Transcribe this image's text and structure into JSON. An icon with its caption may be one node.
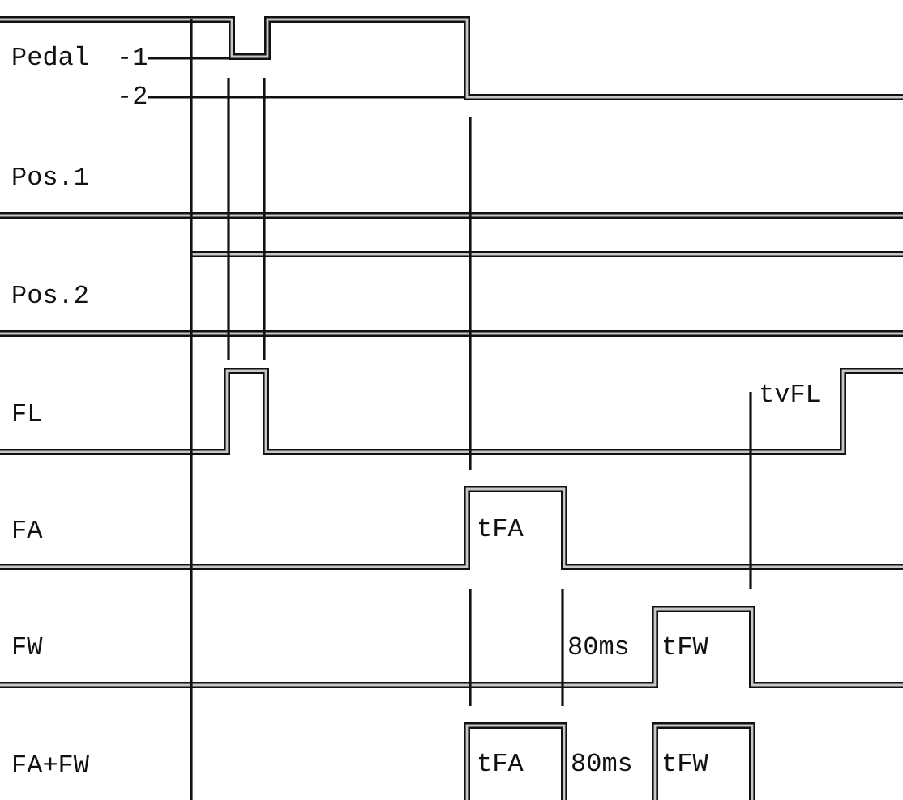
{
  "diagram": {
    "nodes": [
      {
        "text": [
          "-1"
        ]
      },
      {
        "text": [
          "-2"
        ]
      }
    ],
    "edges": [
      {
        "from": 0,
        "to": null,
        "arrow": "none"
      },
      {
        "from": 1,
        "to": null,
        "arrow": "none"
      }
    ],
    "labels": [
      "Pedal",
      "Pos.1",
      "Pos.2",
      "FL",
      "tvFL",
      "FA",
      "tFA",
      "FW",
      "80ms",
      "tFW",
      "FA+FW",
      "tFA",
      "80ms",
      "tFW"
    ]
  }
}
